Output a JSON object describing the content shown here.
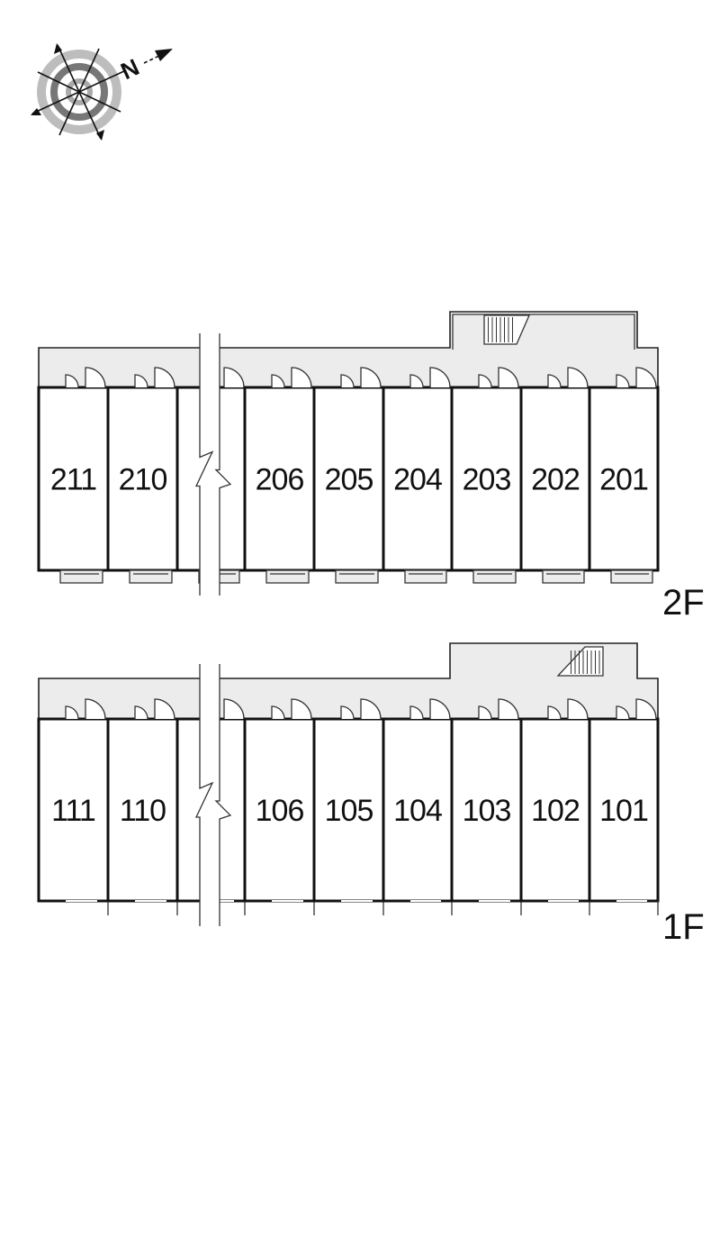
{
  "compass": {
    "north_label": "N",
    "icon": "compass-rose-icon"
  },
  "floors": [
    {
      "id": "2F",
      "label": "2F",
      "units": [
        "211",
        "210",
        "",
        "206",
        "205",
        "204",
        "203",
        "202",
        "201"
      ]
    },
    {
      "id": "1F",
      "label": "1F",
      "units": [
        "111",
        "110",
        "",
        "106",
        "105",
        "104",
        "103",
        "102",
        "101"
      ]
    }
  ],
  "colors": {
    "corridor": "#ececec",
    "wall": "#111111"
  }
}
